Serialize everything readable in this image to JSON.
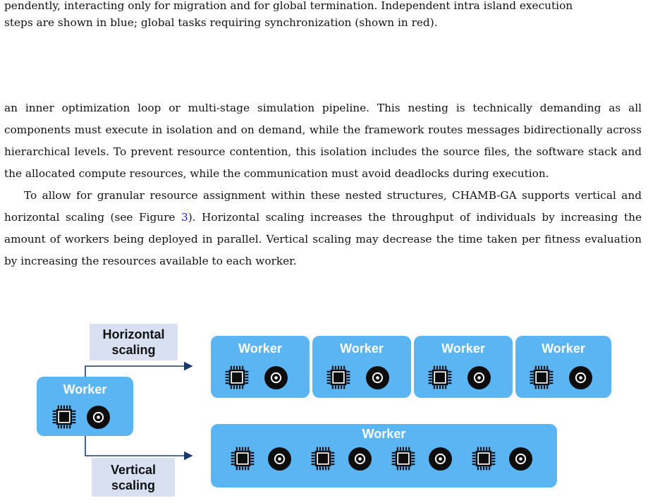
{
  "caption": {
    "line1": "pendently, interacting only for migration and for global termination. Independent intra island execution",
    "line2": "steps are shown in blue; global tasks requiring synchronization (shown in red)."
  },
  "paragraph1": {
    "text": "an inner optimization loop or multi-stage simulation pipeline. This nesting is technically demanding as all components must execute in isolation and on demand, while the framework routes messages bidirectionally across hierarchical levels. To prevent resource contention, this isolation includes the source files, the software stack and the allocated compute resources, while the communication must avoid deadlocks during execution."
  },
  "paragraph2": {
    "before_ref": "To allow for granular resource assignment within these nested structures, CHAMB-GA supports vertical and horizontal scaling (see Figure ",
    "ref": "3",
    "after_ref": "). Horizontal scaling increases the throughput of individuals by increasing the amount of workers being deployed in parallel. Vertical scaling may decrease the time taken per fitness evaluation by increasing the resources available to each worker."
  },
  "figure": {
    "colors": {
      "worker_box": "#5bb5f3",
      "label_box": "#d9e0f2",
      "arrow": "#1a3a6e",
      "icon": "#0d0d0d"
    },
    "icons": [
      "cpu-chip-icon",
      "disk-icon"
    ],
    "source_worker": {
      "label": "Worker"
    },
    "horizontal": {
      "label_line1": "Horizontal",
      "label_line2": "scaling",
      "workers": [
        "Worker",
        "Worker",
        "Worker",
        "Worker"
      ]
    },
    "vertical": {
      "label_line1": "Vertical",
      "label_line2": "scaling",
      "worker_label": "Worker",
      "resource_pairs": 4
    }
  }
}
